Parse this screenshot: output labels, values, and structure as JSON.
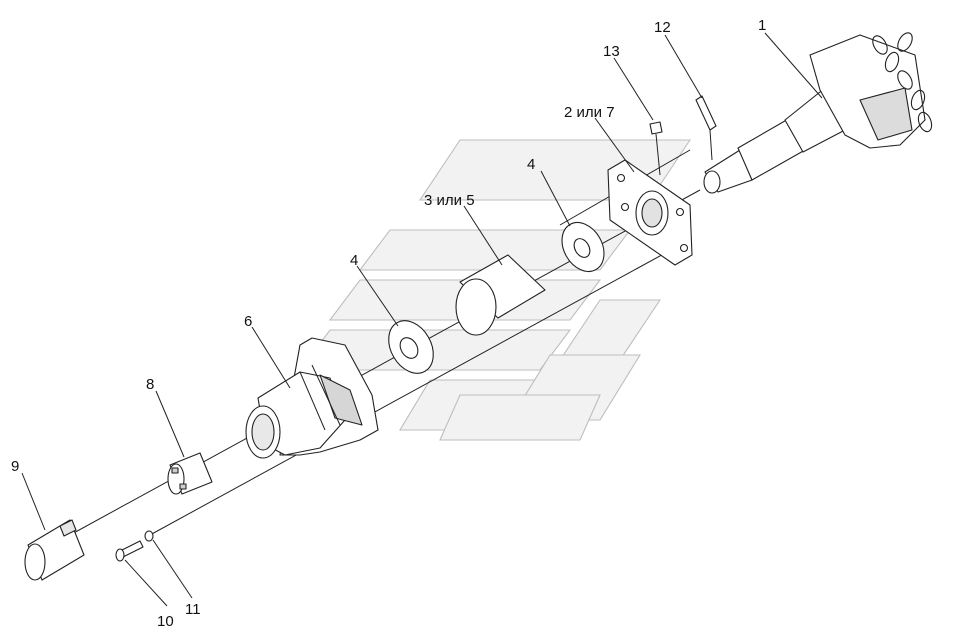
{
  "callouts": [
    {
      "id": "1",
      "text": "1"
    },
    {
      "id": "2",
      "text": "2 или 7"
    },
    {
      "id": "3",
      "text": "3 или 5"
    },
    {
      "id": "4a",
      "text": "4"
    },
    {
      "id": "4b",
      "text": "4"
    },
    {
      "id": "6",
      "text": "6"
    },
    {
      "id": "8",
      "text": "8"
    },
    {
      "id": "9",
      "text": "9"
    },
    {
      "id": "10",
      "text": "10"
    },
    {
      "id": "11",
      "text": "11"
    },
    {
      "id": "12",
      "text": "12"
    },
    {
      "id": "13",
      "text": "13"
    }
  ],
  "colors": {
    "line": "#222222",
    "part_fill": "#ffffff",
    "shade": "#dcdcdc",
    "watermark": "#bdbdbd"
  }
}
